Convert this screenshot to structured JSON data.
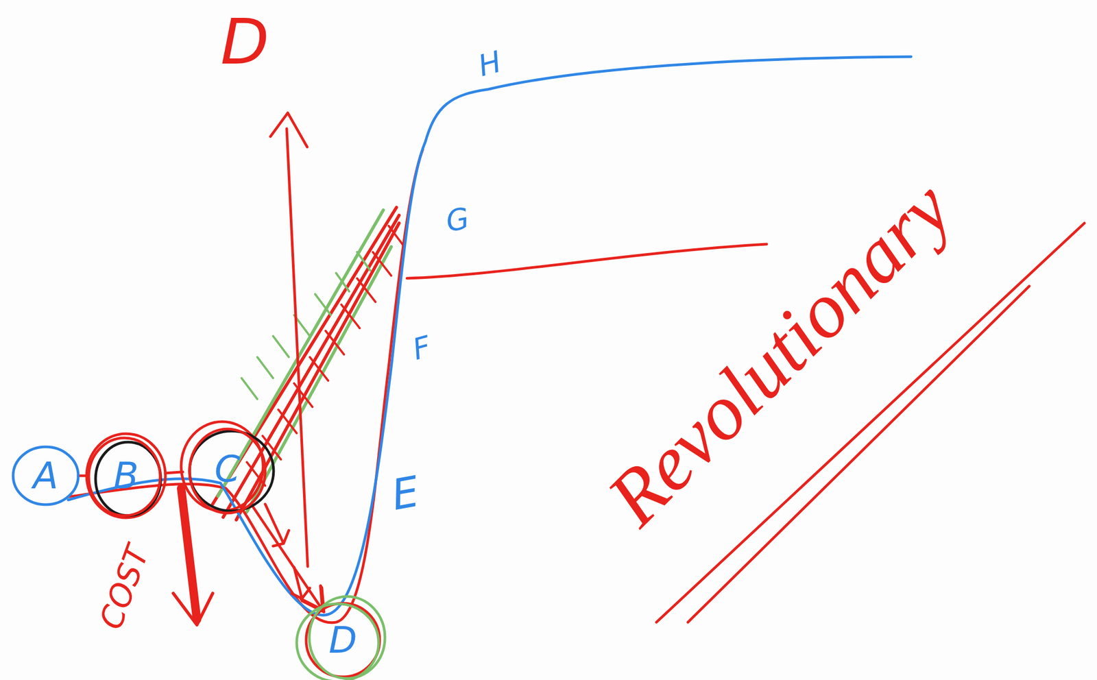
{
  "diagram": {
    "nodes": [
      {
        "text": [
          "A"
        ]
      },
      {
        "text": [
          "B"
        ]
      },
      {
        "text": [
          "C"
        ]
      },
      {
        "text": [
          "D"
        ]
      }
    ],
    "edges": [
      {
        "from": 0,
        "to": 1,
        "arrow": "none"
      },
      {
        "from": 1,
        "to": 2,
        "arrow": "none"
      },
      {
        "from": 2,
        "to": 3,
        "arrow": "to"
      }
    ],
    "labels": [
      "D",
      "H",
      "G",
      "F",
      "E",
      "COST",
      "Revolutionary"
    ]
  }
}
